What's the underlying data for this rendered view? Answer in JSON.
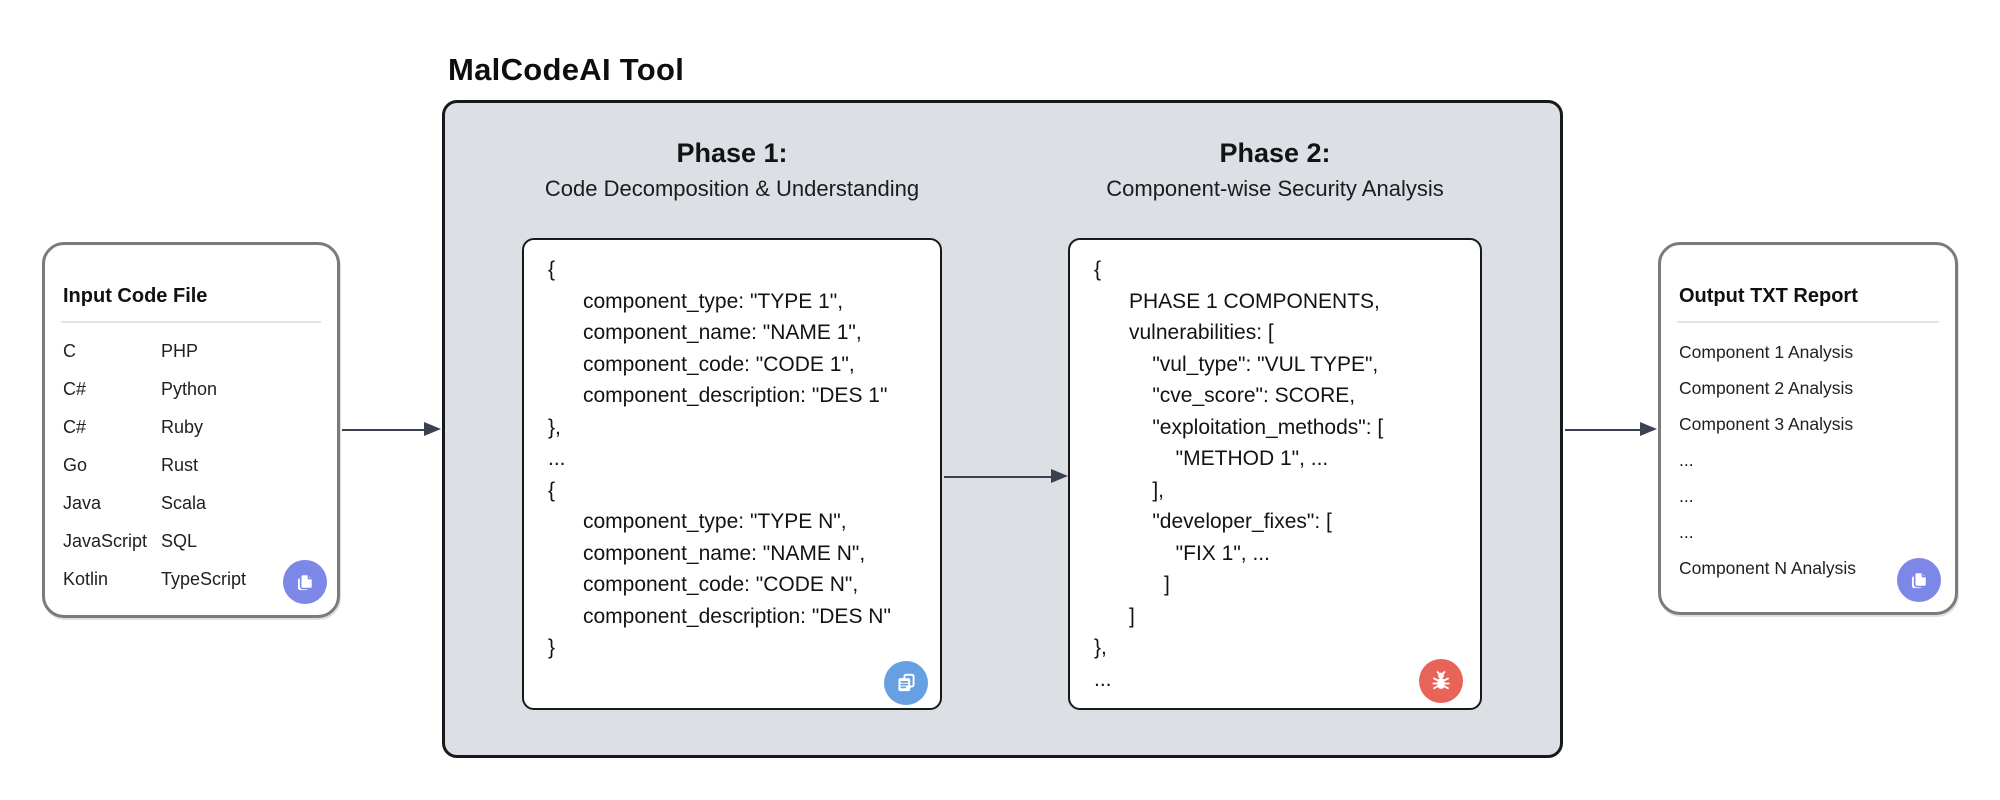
{
  "diagram_title": "MalCodeAI Tool",
  "input_box": {
    "title": "Input Code File",
    "rows": [
      {
        "left": "C",
        "right": "PHP"
      },
      {
        "left": "C#",
        "right": "Python"
      },
      {
        "left": "C#",
        "right": "Ruby"
      },
      {
        "left": "Go",
        "right": "Rust"
      },
      {
        "left": "Java",
        "right": "Scala"
      },
      {
        "left": "JavaScript",
        "right": "SQL"
      },
      {
        "left": "Kotlin",
        "right": "TypeScript"
      }
    ],
    "icon": "copy-files-icon"
  },
  "phase1": {
    "title": "Phase 1:",
    "subtitle": "Code Decomposition & Understanding",
    "code": "{\n      component_type: \"TYPE 1\",\n      component_name: \"NAME 1\",\n      component_code: \"CODE 1\",\n      component_description: \"DES 1\"\n},\n...\n{\n      component_type: \"TYPE N\",\n      component_name: \"NAME N\",\n      component_code: \"CODE N\",\n      component_description: \"DES N\"\n}",
    "icon": "document-lines-icon"
  },
  "phase2": {
    "title": "Phase 2:",
    "subtitle": "Component-wise Security Analysis",
    "code": "{\n      PHASE 1 COMPONENTS,\n      vulnerabilities: [\n          \"vul_type\": \"VUL TYPE\",\n          \"cve_score\": SCORE,\n          \"exploitation_methods\": [\n              \"METHOD 1\", ...\n          ],\n          \"developer_fixes\": [\n              \"FIX 1\", ...\n            ]\n      ]\n},\n...",
    "icon": "bug-icon"
  },
  "output_box": {
    "title": "Output TXT Report",
    "rows": [
      "Component 1 Analysis",
      "Component 2 Analysis",
      "Component 3 Analysis",
      "...",
      "...",
      "...",
      "Component N Analysis"
    ],
    "icon": "copy-files-icon"
  },
  "colors": {
    "tool_panel_fill": "#dcdfe4",
    "card_border_dark": "#17191d",
    "side_card_border": "#7b7b7b",
    "arrow": "#3a4150",
    "accent_periwinkle": "#7d87e8",
    "accent_blue": "#66a0e2",
    "accent_red": "#e86459"
  }
}
